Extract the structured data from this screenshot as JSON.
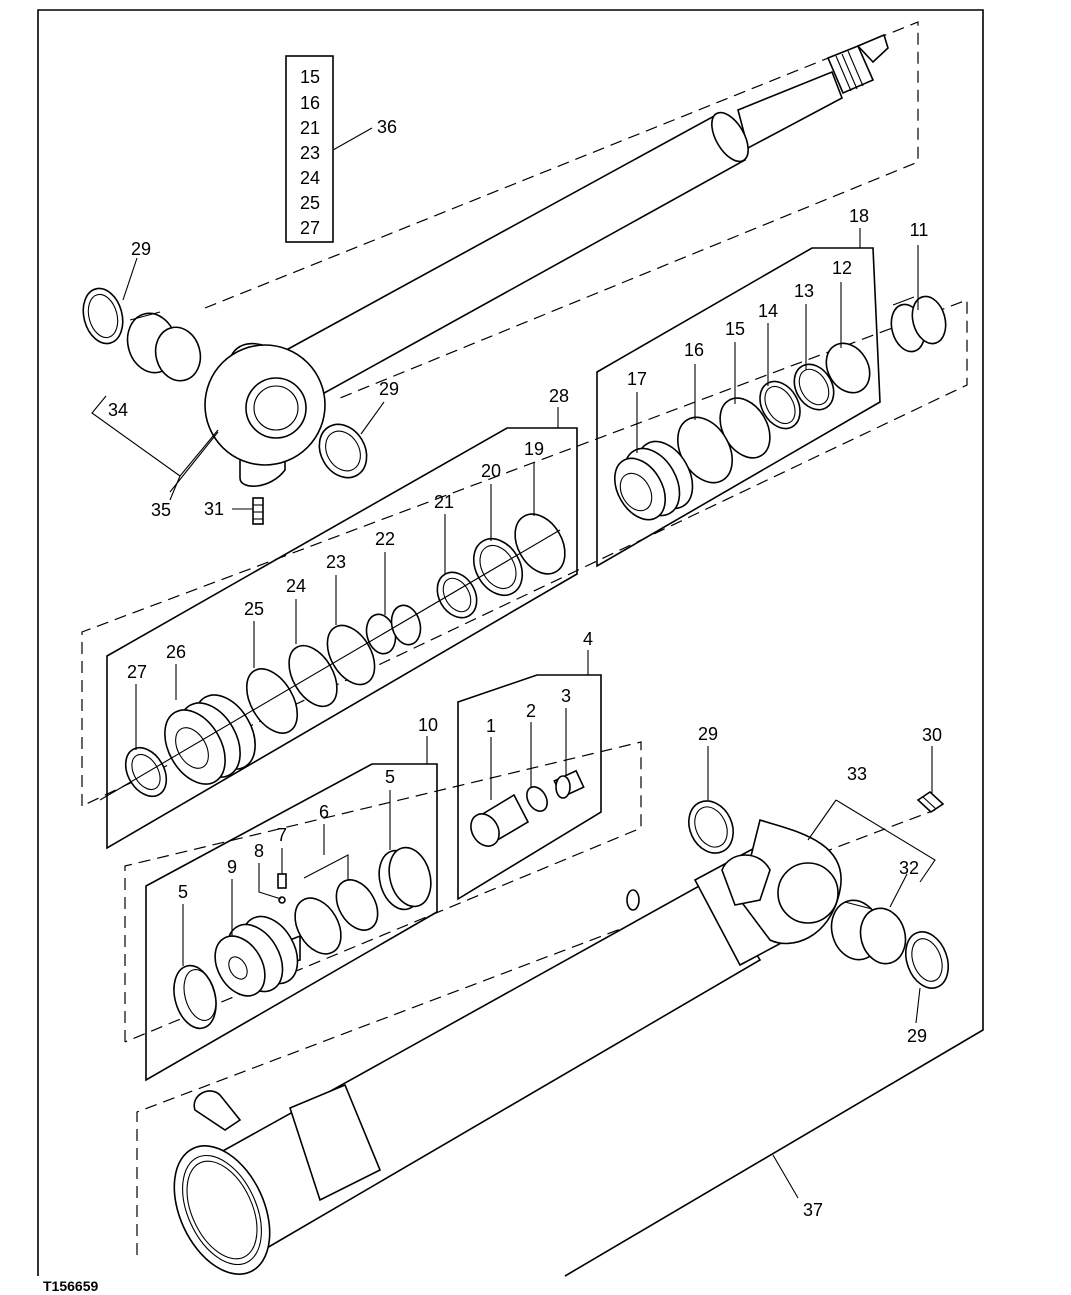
{
  "figure_code": "T156659",
  "kit_box_items": [
    "15",
    "16",
    "21",
    "23",
    "24",
    "25",
    "27"
  ],
  "callouts": {
    "c1": "1",
    "c2": "2",
    "c3": "3",
    "c4": "4",
    "c5a": "5",
    "c5b": "5",
    "c6": "6",
    "c7": "7",
    "c8": "8",
    "c9": "9",
    "c10": "10",
    "c11": "11",
    "c12": "12",
    "c13": "13",
    "c14": "14",
    "c15": "15",
    "c16": "16",
    "c17": "17",
    "c18": "18",
    "c19": "19",
    "c20": "20",
    "c21": "21",
    "c22": "22",
    "c23": "23",
    "c24": "24",
    "c25": "25",
    "c26": "26",
    "c27": "27",
    "c28": "28",
    "c29a": "29",
    "c29b": "29",
    "c29c": "29",
    "c29d": "29",
    "c30": "30",
    "c31": "31",
    "c32": "32",
    "c33": "33",
    "c34": "34",
    "c35": "35",
    "c36": "36",
    "c37": "37"
  }
}
